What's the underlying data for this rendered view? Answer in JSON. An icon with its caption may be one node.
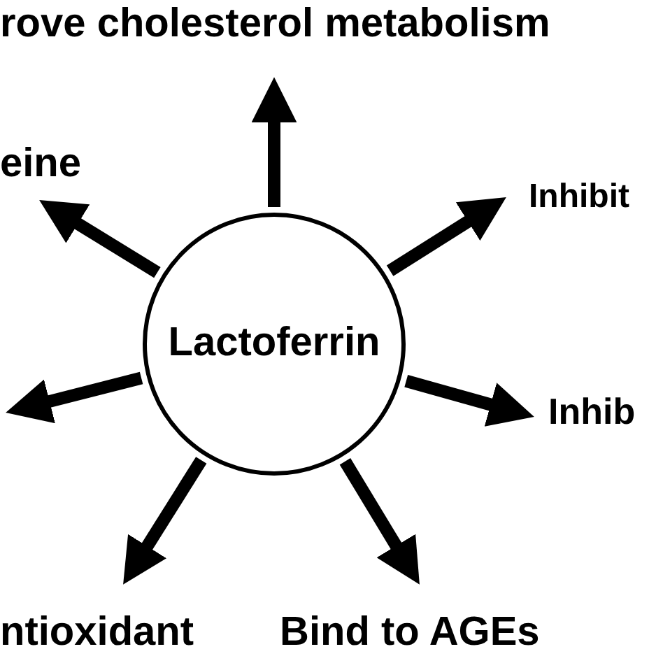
{
  "diagram": {
    "nodes": [
      {
        "text": [
          "Lactoferrin"
        ]
      },
      {
        "text": [
          "rove cholesterol metabolism"
        ]
      },
      {
        "text": [
          "eine"
        ]
      },
      {
        "text": [
          "Inhibit"
        ]
      },
      {
        "text": [
          "Inhib"
        ]
      },
      {
        "text": [
          "ntioxidant"
        ]
      },
      {
        "text": [
          "Bind to AGEs"
        ]
      }
    ],
    "edges": [
      {
        "from": 0,
        "to": 1,
        "arrow": "to"
      },
      {
        "from": 0,
        "to": 2,
        "arrow": "to"
      },
      {
        "from": 0,
        "to": 3,
        "arrow": "to"
      },
      {
        "from": 0,
        "to": 4,
        "arrow": "to"
      },
      {
        "from": 0,
        "to": null,
        "arrow": "to"
      },
      {
        "from": 0,
        "to": 5,
        "arrow": "to"
      },
      {
        "from": 0,
        "to": 6,
        "arrow": "to"
      }
    ]
  }
}
